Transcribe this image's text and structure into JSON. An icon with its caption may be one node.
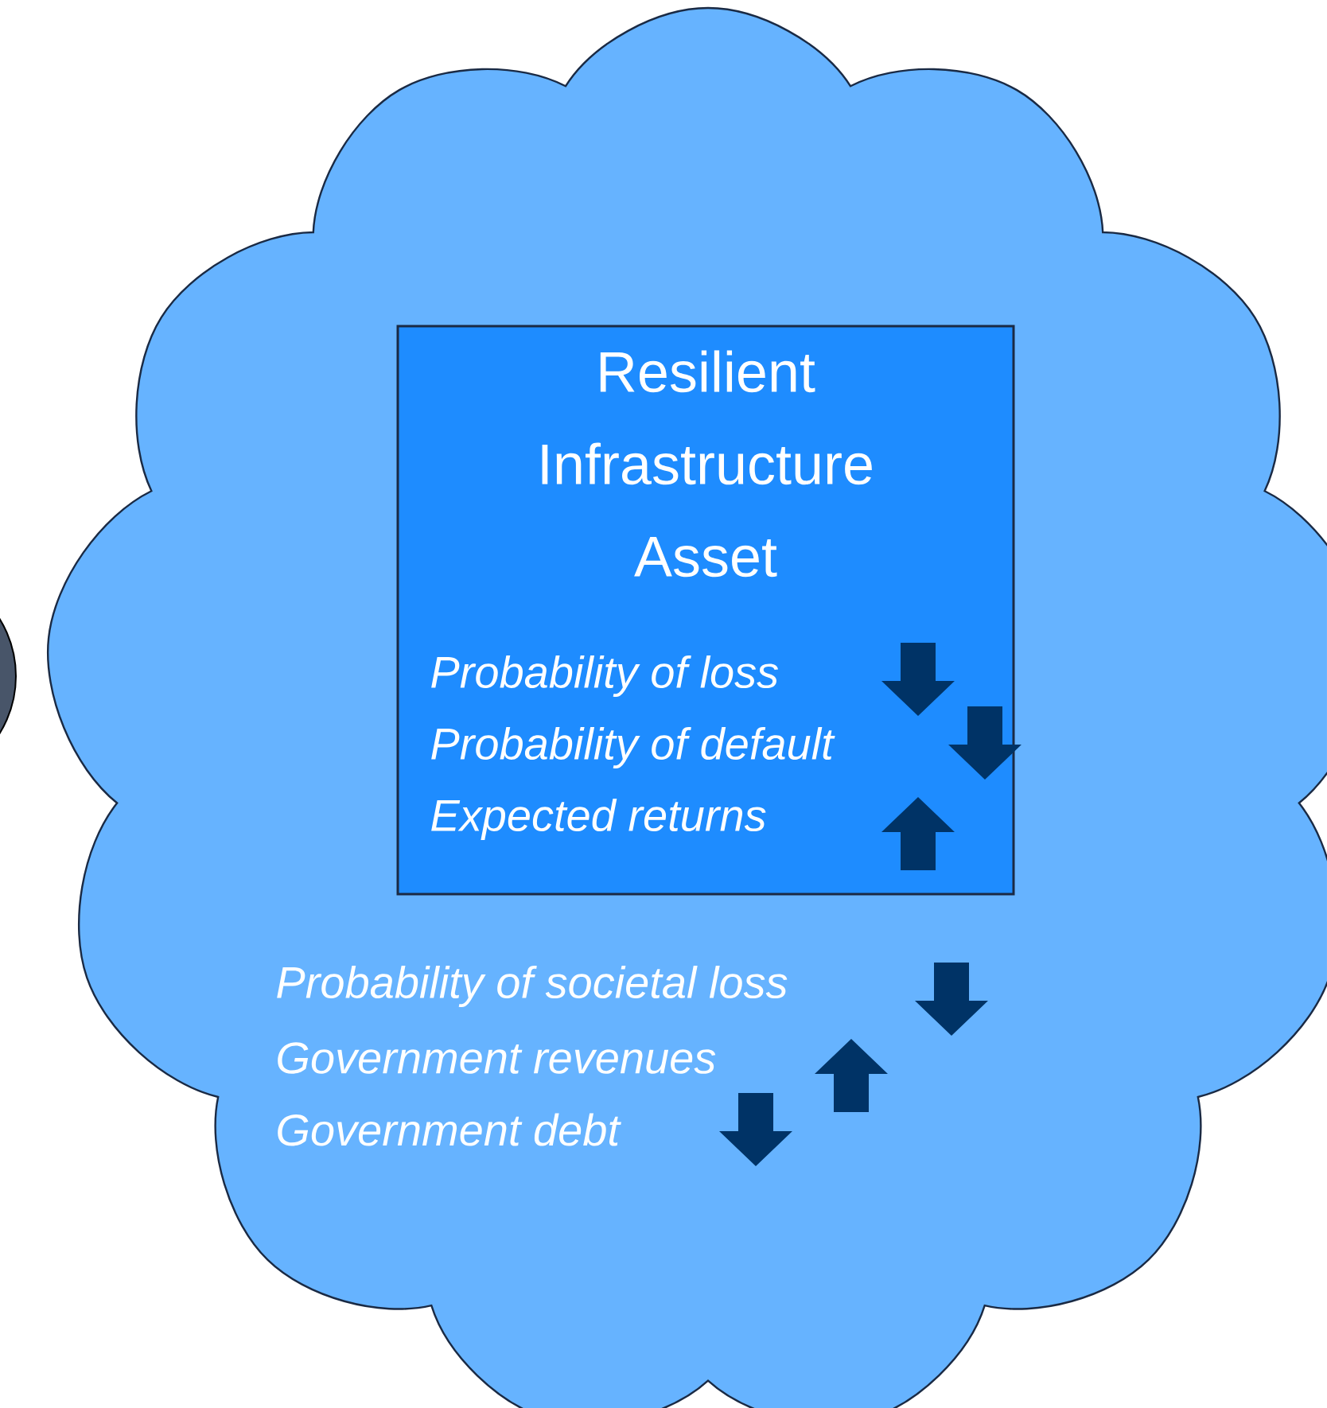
{
  "diagram": {
    "nodes": [
      {
        "text": [
          "Probability of societal loss",
          "Government revenues",
          "Government debt"
        ]
      },
      {
        "text": [
          "Resilient Infrastructure Asset",
          "Probability of loss",
          "Probability of default",
          "Expected returns"
        ],
        "in": 0
      }
    ]
  }
}
